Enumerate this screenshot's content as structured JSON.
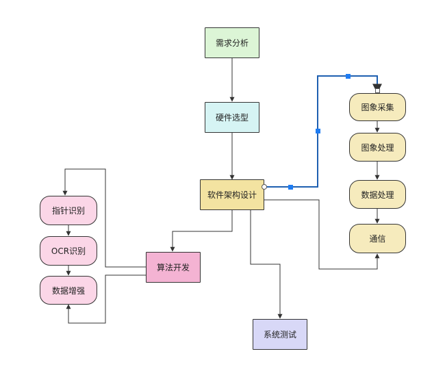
{
  "nodes": {
    "requirements": {
      "label": "需求分析",
      "fill": "#dcf5d6"
    },
    "hardware": {
      "label": "硬件选型",
      "fill": "#d6f4f4"
    },
    "architecture": {
      "label": "软件架构设计",
      "fill": "#f3e3a1"
    },
    "algorithm": {
      "label": "算法开发",
      "fill": "#f4b3d3"
    },
    "testing": {
      "label": "系统测试",
      "fill": "#d8d8f7"
    },
    "pointer": {
      "label": "指针识别",
      "fill": "#fbd6e7"
    },
    "ocr": {
      "label": "OCR识别",
      "fill": "#fbd6e7"
    },
    "augment": {
      "label": "数据增强",
      "fill": "#fbd6e7"
    },
    "capture": {
      "label": "图象采集",
      "fill": "#f6ebbd"
    },
    "imageproc": {
      "label": "图象处理",
      "fill": "#f6ebbd"
    },
    "dataproc": {
      "label": "数据处理",
      "fill": "#f6ebbd"
    },
    "comm": {
      "label": "通信",
      "fill": "#f6ebbd"
    }
  },
  "colors": {
    "edge": "#333333",
    "selected_edge": "#1e5fb0",
    "handle": "#1e7cf2"
  }
}
